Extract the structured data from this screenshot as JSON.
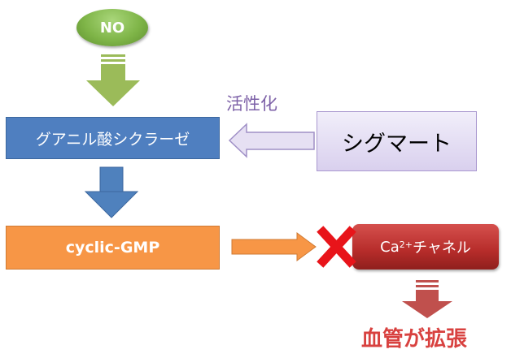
{
  "nodes": {
    "no": "NO",
    "guanylate_cyclase": "グアニル酸シクラーゼ",
    "cgmp": "cyclic-GMP",
    "sigmart": "シグマート",
    "ca_channel_prefix": "Ca",
    "ca_channel_sup": "2+",
    "ca_channel_suffix": "チャネル"
  },
  "labels": {
    "activation": "活性化",
    "vasodilation": "血管が拡張"
  },
  "colors": {
    "green_arrow": "#9bbb59",
    "blue_arrow": "#4f81bd",
    "orange_arrow": "#f79646",
    "purple_arrow": "#b9a7dc",
    "red_arrow": "#c0504d",
    "block_x": "#e8141a"
  }
}
